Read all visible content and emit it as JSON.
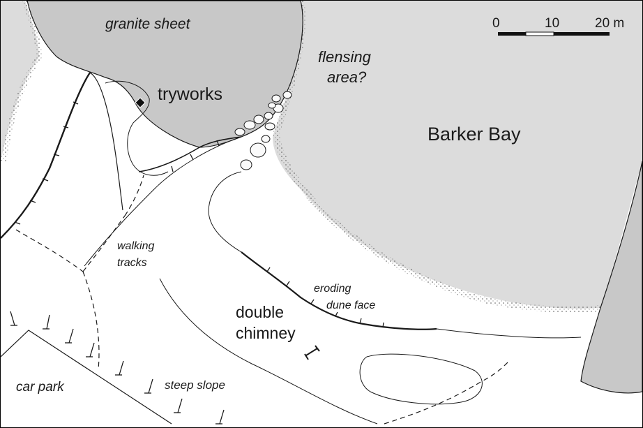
{
  "labels": {
    "granite_sheet": "granite sheet",
    "tryworks": "tryworks",
    "flensing_line1": "flensing",
    "flensing_line2": "area?",
    "barker_bay": "Barker Bay",
    "walking_line1": "walking",
    "walking_line2": "tracks",
    "eroding_line1": "eroding",
    "eroding_line2": "dune face",
    "double_line1": "double",
    "double_line2": "chimney",
    "car_park": "car park",
    "steep_slope": "steep slope"
  },
  "scale_bar": {
    "tick_0": "0",
    "tick_10": "10",
    "tick_20": "20 m"
  },
  "colors": {
    "water": "#dcdcdc",
    "granite": "#c8c8c8",
    "land": "#ffffff",
    "line": "#1a1a1a"
  }
}
